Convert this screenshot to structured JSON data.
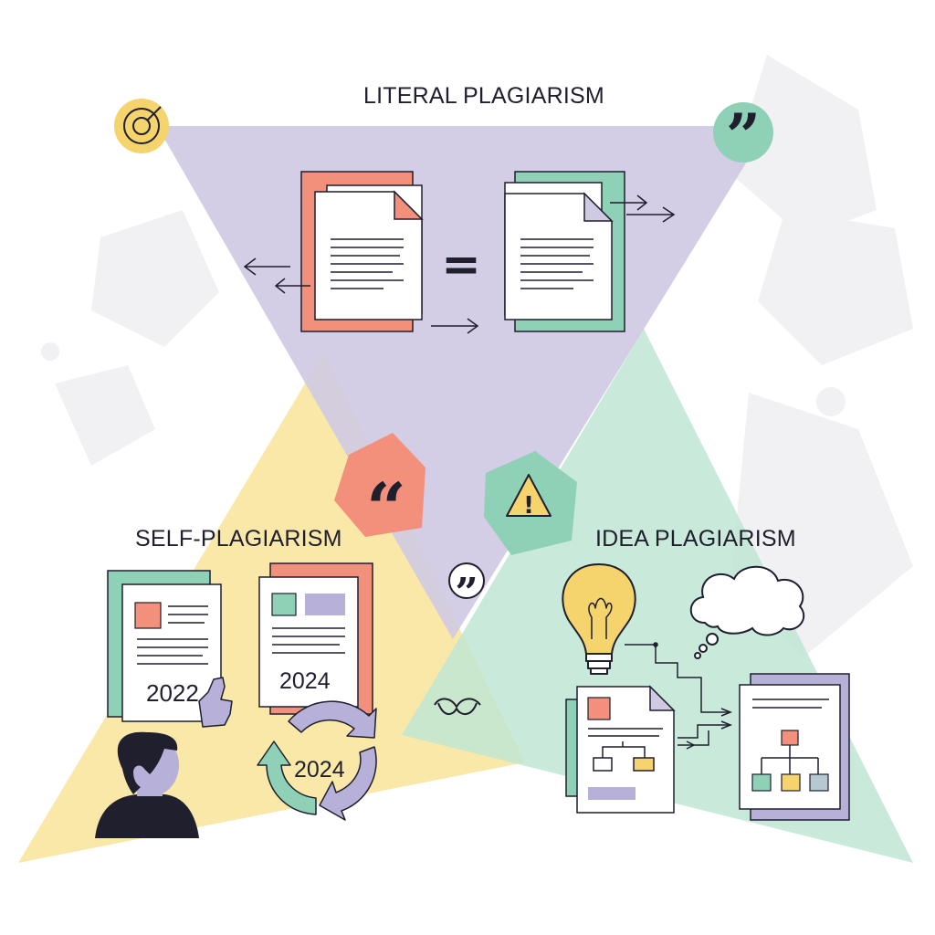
{
  "sections": {
    "literal": "LITERAL PLAGIARISM",
    "self": "SELF-PLAGIARISM",
    "idea": "IDEA PLAGIARISM"
  },
  "years": {
    "old_doc": "2022",
    "new_doc": "2024",
    "cycle": "2024"
  },
  "symbols": {
    "equals": "=",
    "quote_open": "“",
    "quote_close": "”",
    "ditto": "”",
    "warning": "!"
  },
  "colors": {
    "lavender": "#cfcae3",
    "yellow": "#fae5a0",
    "mint": "#bfe6d4",
    "coral": "#f3907b",
    "teal": "#8fd1b6",
    "ink": "#1f1f2e",
    "purple": "#b7b0d9",
    "gold": "#f5d36d"
  },
  "icons": [
    "target-icon",
    "quote-bubble-icon",
    "warning-icon",
    "lightbulb-icon",
    "thought-cloud-icon",
    "recycle-arrows-icon",
    "person-avatar-icon",
    "pointing-hand-icon",
    "mustache-icon"
  ]
}
